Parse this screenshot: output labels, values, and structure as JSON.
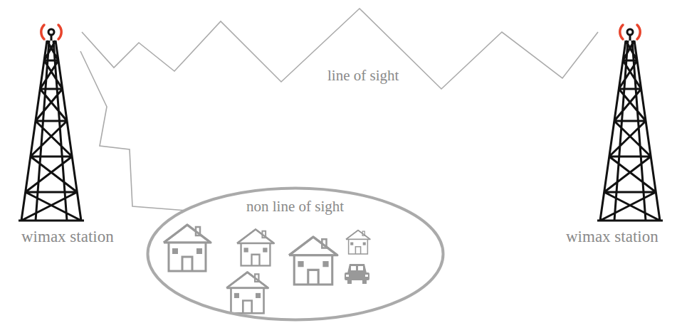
{
  "diagram": {
    "nodes": [
      {
        "text": [
          "wimax station"
        ]
      },
      {
        "text": [
          "non line of sight"
        ]
      },
      {
        "text": [
          "wimax station"
        ]
      }
    ],
    "edges": [
      {
        "from": 0,
        "to": 2,
        "arrow": "none",
        "label": "line of sight"
      },
      {
        "from": 0,
        "to": 1,
        "arrow": "none"
      }
    ]
  }
}
